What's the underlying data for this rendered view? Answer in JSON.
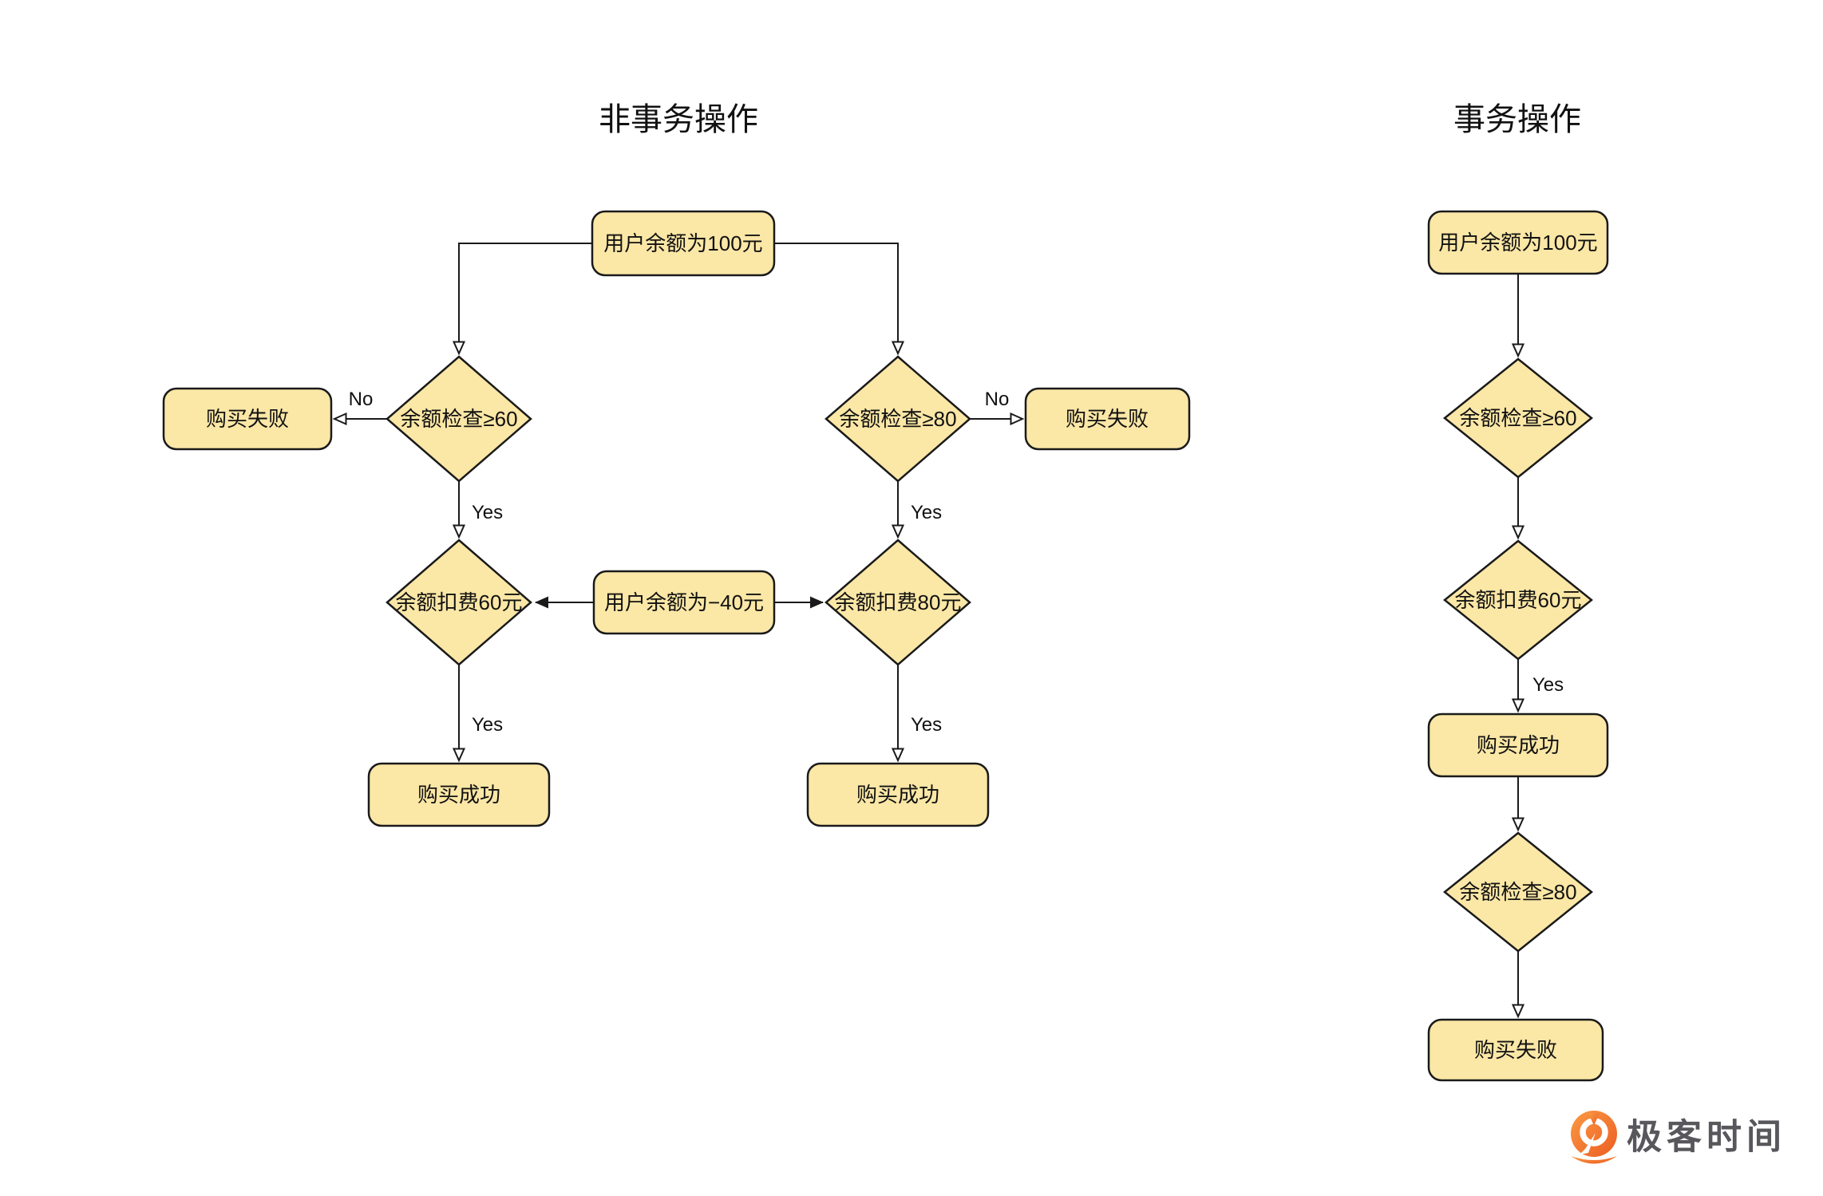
{
  "colors": {
    "background": "#FFFFFF",
    "node_fill": "#FBE7A6",
    "node_stroke": "#1A1A1A",
    "line": "#1A1A1A",
    "text": "#111111",
    "logo_orange": "#F1742F",
    "logo_text_color": "#58575C"
  },
  "left_chart": {
    "title": "非事务操作",
    "nodes": {
      "start": "用户余额为100元",
      "check60": "余额检查≥60",
      "fail_left": "购买失败",
      "deduct60": "余额扣费60元",
      "balance_mid": "用户余额为−40元",
      "deduct80": "余额扣费80元",
      "check80": "余额检查≥80",
      "fail_right": "购买失败",
      "success_left": "购买成功",
      "success_right": "购买成功"
    },
    "edge_labels": {
      "check60_no": "No",
      "check60_yes": "Yes",
      "deduct60_yes": "Yes",
      "check80_no": "No",
      "check80_yes": "Yes",
      "deduct80_yes": "Yes"
    }
  },
  "right_chart": {
    "title": "事务操作",
    "nodes": {
      "start": "用户余额为100元",
      "check60": "余额检查≥60",
      "deduct60": "余额扣费60元",
      "success": "购买成功",
      "check80": "余额检查≥80",
      "fail": "购买失败"
    },
    "edge_labels": {
      "deduct60_yes": "Yes"
    }
  },
  "branding": {
    "logo_text": "极客时间"
  }
}
